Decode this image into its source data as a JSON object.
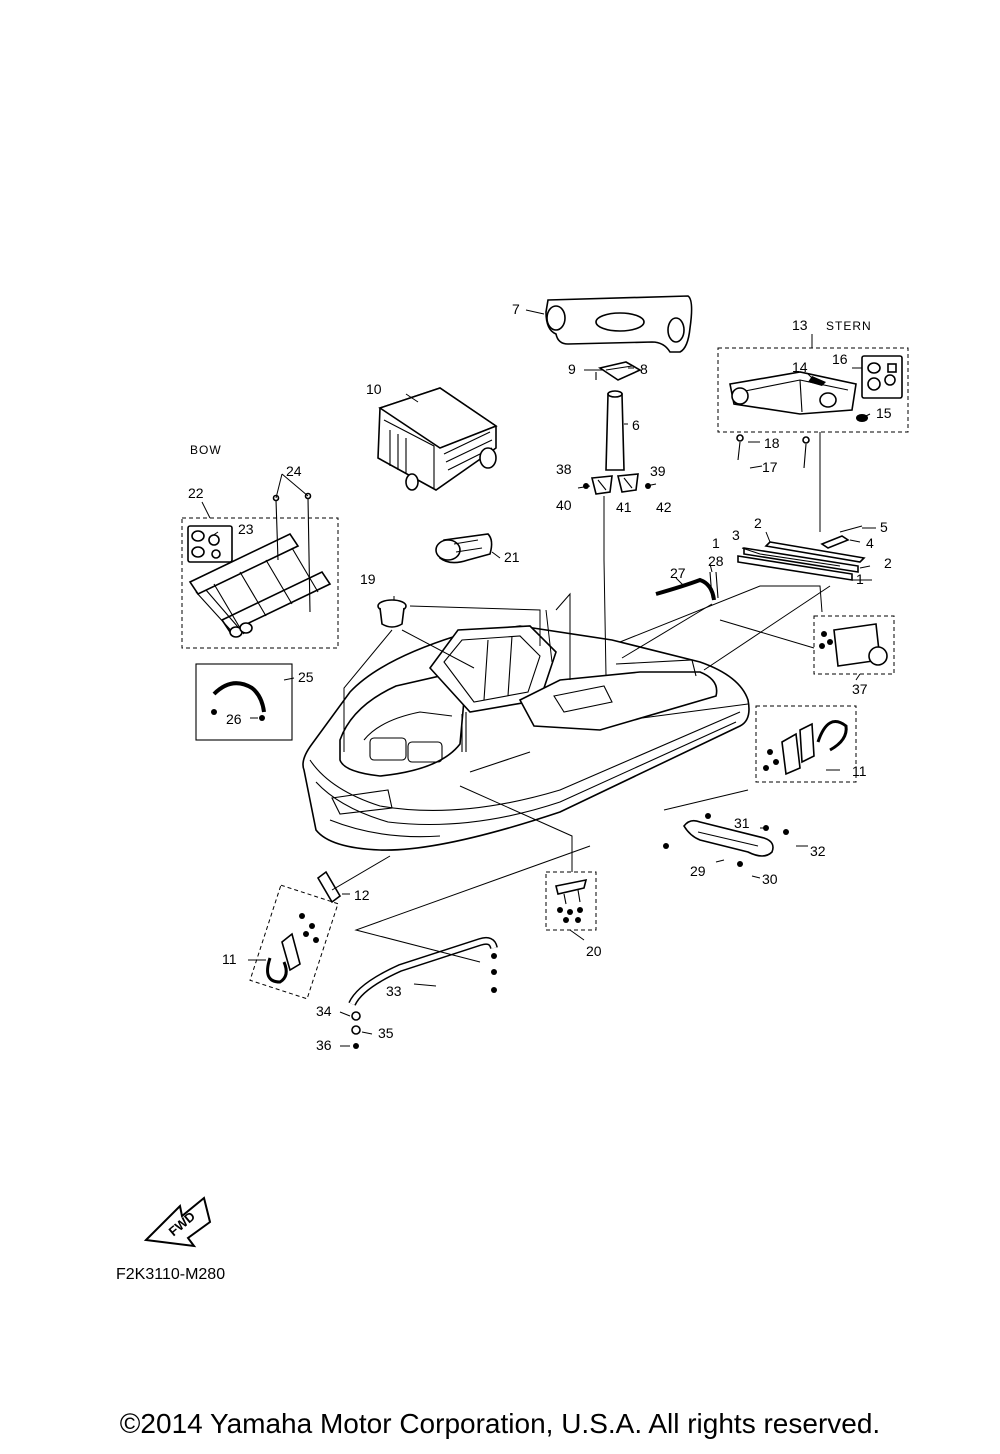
{
  "labels": {
    "bow": "BOW",
    "stern": "STERN",
    "fwd": "FWD"
  },
  "callouts": [
    "1",
    "1",
    "2",
    "2",
    "3",
    "4",
    "5",
    "6",
    "7",
    "8",
    "9",
    "10",
    "11",
    "11",
    "12",
    "13",
    "14",
    "15",
    "16",
    "17",
    "18",
    "19",
    "20",
    "21",
    "22",
    "23",
    "24",
    "25",
    "26",
    "27",
    "28",
    "29",
    "30",
    "31",
    "32",
    "33",
    "34",
    "35",
    "36",
    "37",
    "38",
    "39",
    "40",
    "41",
    "42"
  ],
  "drawing_code": "F2K3110-M280",
  "copyright": "©2014 Yamaha Motor Corporation, U.S.A. All rights reserved."
}
